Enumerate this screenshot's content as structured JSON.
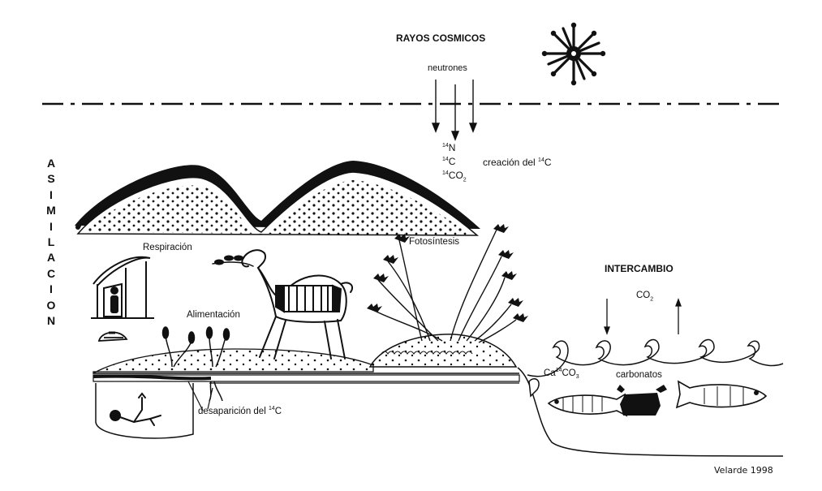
{
  "labels": {
    "rayos_cosmicos": "RAYOS COSMICOS",
    "neutrones": "neutrones",
    "n14": "N",
    "c14": "C",
    "co2_14": "CO",
    "co2_sub": "2",
    "creacion": "creación del ",
    "creacion_c": "C",
    "mass": "14",
    "asimilacion": "ASIMILACION",
    "respiracion": "Respiración",
    "alimentacion": "Alimentación",
    "fotosintesis": "Fotosíntesis",
    "intercambio": "INTERCAMBIO",
    "co2": "CO",
    "co2_sub2": "2",
    "ca": "Ca",
    "caco3": "CO",
    "caco3_sub": "3",
    "carbonatos": "carbonatos",
    "desaparicion": "desaparición del ",
    "desaparicion_c": "C",
    "credit": "Velarde 1998"
  },
  "icons": [
    "sun-icon",
    "camel-icon",
    "hut-icon",
    "person-icon",
    "turtle-icon",
    "fish-icon",
    "crab-icon",
    "skeleton-icon",
    "plant-icon"
  ],
  "colors": {
    "ink": "#111111",
    "paper": "#ffffff"
  }
}
